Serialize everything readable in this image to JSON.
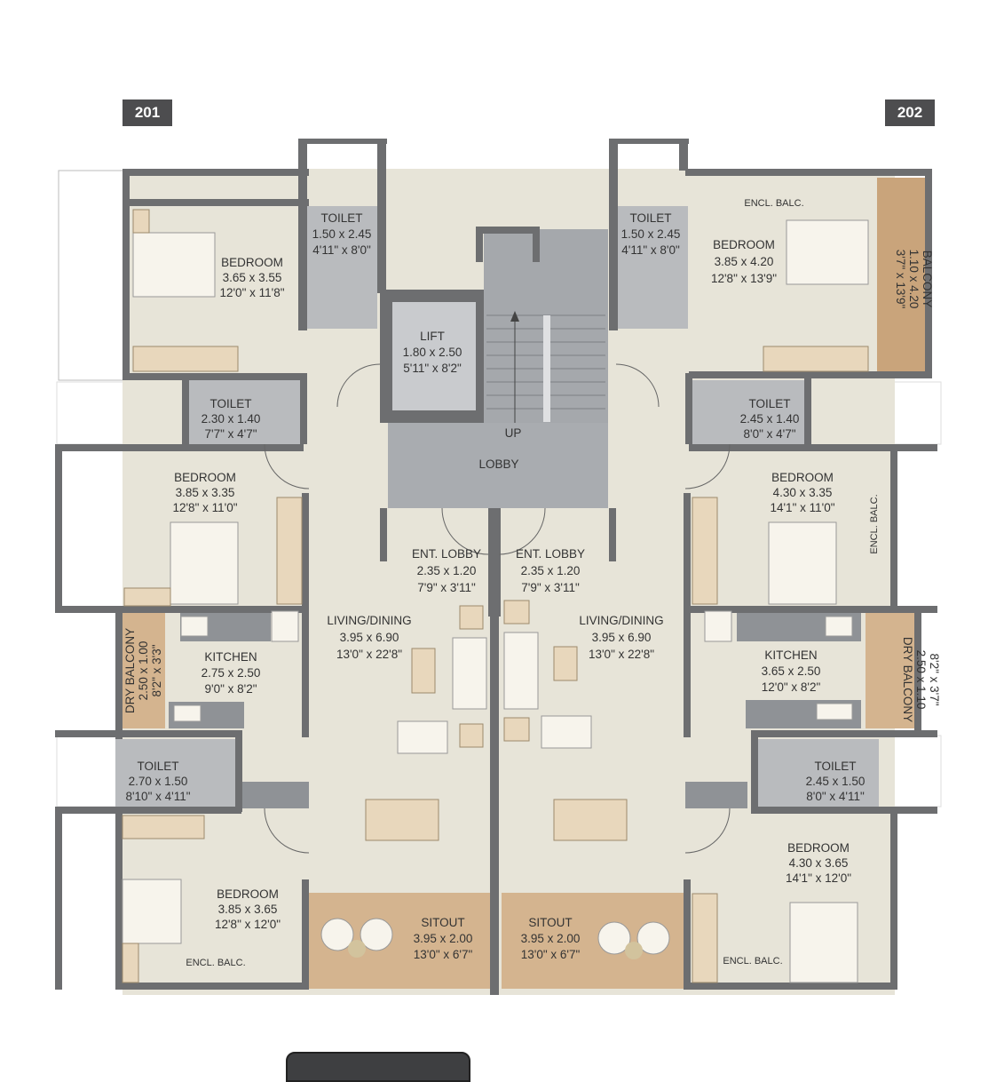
{
  "units": {
    "left": "201",
    "right": "202"
  },
  "rooms": {
    "lift": [
      "LIFT",
      "1.80 x 2.50",
      "5'11\" x 8'2\""
    ],
    "lobby": "LOBBY",
    "stair_up": "UP",
    "l_toilet_top": [
      "TOILET",
      "1.50 x 2.45",
      "4'11\" x 8'0\""
    ],
    "l_bedroom_top": [
      "BEDROOM",
      "3.65 x 3.55",
      "12'0\" x 11'8\""
    ],
    "l_toilet_mid": [
      "TOILET",
      "2.30 x 1.40",
      "7'7\" x 4'7\""
    ],
    "l_bedroom_mid": [
      "BEDROOM",
      "3.85 x 3.35",
      "12'8\" x 11'0\""
    ],
    "l_kitchen": [
      "KITCHEN",
      "2.75 x 2.50",
      "9'0\" x 8'2\""
    ],
    "l_dry_balcony": [
      "DRY BALCONY",
      "2.50 x 1.00",
      "8'2\" x 3'3\""
    ],
    "l_ent_lobby": [
      "ENT. LOBBY",
      "2.35 x 1.20",
      "7'9\" x 3'11\""
    ],
    "l_living": [
      "LIVING/DINING",
      "3.95 x 6.90",
      "13'0\" x 22'8\""
    ],
    "l_toilet_low": [
      "TOILET",
      "2.70 x 1.50",
      "8'10\" x 4'11\""
    ],
    "l_bedroom_low": [
      "BEDROOM",
      "3.85 x 3.65",
      "12'8\" x 12'0\""
    ],
    "l_encl_balc": "ENCL. BALC.",
    "l_sitout": [
      "SITOUT",
      "3.95 x 2.00",
      "13'0\" x 6'7\""
    ],
    "r_toilet_top": [
      "TOILET",
      "1.50 x 2.45",
      "4'11\" x 8'0\""
    ],
    "r_encl_balc_top": "ENCL. BALC.",
    "r_bedroom_top": [
      "BEDROOM",
      "3.85 x 4.20",
      "12'8\" x 13'9\""
    ],
    "r_balcony": [
      "BALCONY",
      "1.10 x 4.20",
      "3'7\" x 13'9\""
    ],
    "r_toilet_mid": [
      "TOILET",
      "2.45 x 1.40",
      "8'0\" x 4'7\""
    ],
    "r_bedroom_mid": [
      "BEDROOM",
      "4.30 x 3.35",
      "14'1\" x 11'0\""
    ],
    "r_encl_balc_mid": "ENCL. BALC.",
    "r_ent_lobby": [
      "ENT. LOBBY",
      "2.35 x 1.20",
      "7'9\" x 3'11\""
    ],
    "r_living": [
      "LIVING/DINING",
      "3.95 x 6.90",
      "13'0\" x 22'8\""
    ],
    "r_kitchen": [
      "KITCHEN",
      "3.65 x 2.50",
      "12'0\" x 8'2\""
    ],
    "r_dry_balcony": [
      "DRY BALCONY",
      "2.50 x 1.10",
      "8'2\" x 3'7\""
    ],
    "r_toilet_low": [
      "TOILET",
      "2.45 x 1.50",
      "8'0\" x 4'11\""
    ],
    "r_bedroom_low": [
      "BEDROOM",
      "4.30 x 3.65",
      "14'1\" x 12'0\""
    ],
    "r_encl_balc_low": "ENCL. BALC.",
    "r_sitout": [
      "SITOUT",
      "3.95 x 2.00",
      "13'0\" x 6'7\""
    ]
  }
}
